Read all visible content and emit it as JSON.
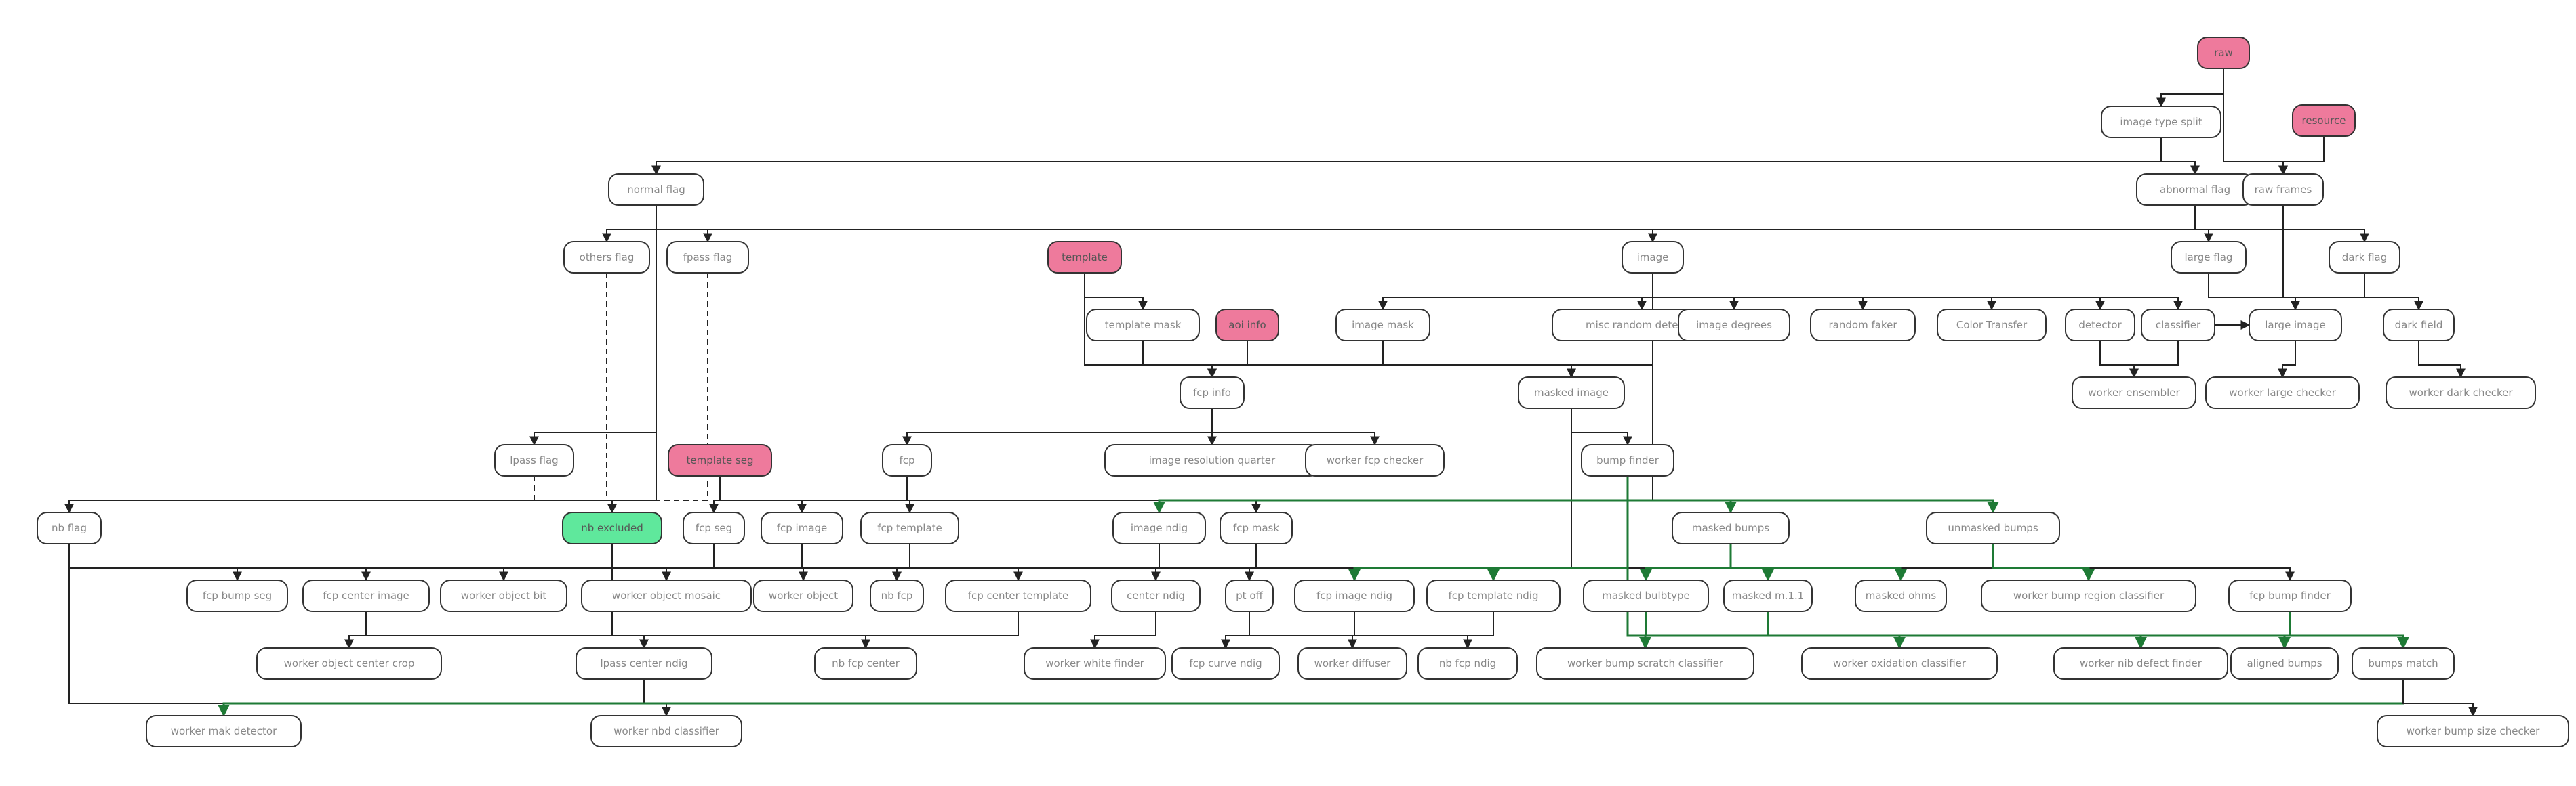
{
  "colors": {
    "source_node": "#ee7a9c",
    "highlight_node": "#5fe89c",
    "default_node": "#ffffff",
    "edge": "#222222",
    "edge_green": "#1e7a35"
  },
  "nodes": [
    {
      "id": "raw",
      "label": "raw",
      "kind": "source"
    },
    {
      "id": "image_type_split",
      "label": "image type split",
      "kind": "default"
    },
    {
      "id": "resource",
      "label": "resource",
      "kind": "source"
    },
    {
      "id": "normal_flag",
      "label": "normal flag",
      "kind": "default"
    },
    {
      "id": "abnormal_flag",
      "label": "abnormal flag",
      "kind": "default"
    },
    {
      "id": "raw_frames",
      "label": "raw frames",
      "kind": "default"
    },
    {
      "id": "others_flag",
      "label": "others flag",
      "kind": "default"
    },
    {
      "id": "fpass_flag",
      "label": "fpass flag",
      "kind": "default"
    },
    {
      "id": "template",
      "label": "template",
      "kind": "source"
    },
    {
      "id": "image",
      "label": "image",
      "kind": "default"
    },
    {
      "id": "large_flag",
      "label": "large flag",
      "kind": "default"
    },
    {
      "id": "dark_flag",
      "label": "dark flag",
      "kind": "default"
    },
    {
      "id": "template_mask",
      "label": "template mask",
      "kind": "default"
    },
    {
      "id": "aoi_info",
      "label": "aoi info",
      "kind": "source"
    },
    {
      "id": "image_mask",
      "label": "image mask",
      "kind": "default"
    },
    {
      "id": "misc_random_detector",
      "label": "misc random detector",
      "kind": "default"
    },
    {
      "id": "image_degrees",
      "label": "image degrees",
      "kind": "default"
    },
    {
      "id": "random_faker",
      "label": "random faker",
      "kind": "default"
    },
    {
      "id": "color_transfer",
      "label": "Color Transfer",
      "kind": "default"
    },
    {
      "id": "detector",
      "label": "detector",
      "kind": "default"
    },
    {
      "id": "classifier",
      "label": "classifier",
      "kind": "default"
    },
    {
      "id": "large_image",
      "label": "large image",
      "kind": "default"
    },
    {
      "id": "dark_field",
      "label": "dark field",
      "kind": "default"
    },
    {
      "id": "fcp_info",
      "label": "fcp info",
      "kind": "default"
    },
    {
      "id": "masked_image",
      "label": "masked image",
      "kind": "default"
    },
    {
      "id": "worker_ensembler",
      "label": "worker ensembler",
      "kind": "default"
    },
    {
      "id": "worker_large_checker",
      "label": "worker large checker",
      "kind": "default"
    },
    {
      "id": "worker_dark_checker",
      "label": "worker dark checker",
      "kind": "default"
    },
    {
      "id": "lpass_flag",
      "label": "lpass flag",
      "kind": "default"
    },
    {
      "id": "template_seg",
      "label": "template seg",
      "kind": "source"
    },
    {
      "id": "fcp",
      "label": "fcp",
      "kind": "default"
    },
    {
      "id": "image_resolution_quarter",
      "label": "image resolution quarter",
      "kind": "default"
    },
    {
      "id": "worker_fcp_checker",
      "label": "worker fcp checker",
      "kind": "default"
    },
    {
      "id": "bump_finder",
      "label": "bump finder",
      "kind": "default"
    },
    {
      "id": "nb_flag",
      "label": "nb flag",
      "kind": "default"
    },
    {
      "id": "nb_excluded",
      "label": "nb excluded",
      "kind": "highlight"
    },
    {
      "id": "fcp_seg",
      "label": "fcp seg",
      "kind": "default"
    },
    {
      "id": "fcp_image",
      "label": "fcp image",
      "kind": "default"
    },
    {
      "id": "fcp_template",
      "label": "fcp template",
      "kind": "default"
    },
    {
      "id": "image_ndig",
      "label": "image ndig",
      "kind": "default"
    },
    {
      "id": "fcp_mask",
      "label": "fcp mask",
      "kind": "default"
    },
    {
      "id": "masked_bumps",
      "label": "masked bumps",
      "kind": "default"
    },
    {
      "id": "unmasked_bumps",
      "label": "unmasked bumps",
      "kind": "default"
    },
    {
      "id": "fcp_bump_seg",
      "label": "fcp bump seg",
      "kind": "default"
    },
    {
      "id": "fcp_center_image",
      "label": "fcp center image",
      "kind": "default"
    },
    {
      "id": "worker_object_bit",
      "label": "worker object bit",
      "kind": "default"
    },
    {
      "id": "worker_object_mosaic",
      "label": "worker object mosaic",
      "kind": "default"
    },
    {
      "id": "worker_object",
      "label": "worker object",
      "kind": "default"
    },
    {
      "id": "nb_fcp",
      "label": "nb fcp",
      "kind": "default"
    },
    {
      "id": "fcp_center_template",
      "label": "fcp center template",
      "kind": "default"
    },
    {
      "id": "center_ndig",
      "label": "center ndig",
      "kind": "default"
    },
    {
      "id": "pt_off",
      "label": "pt off",
      "kind": "default"
    },
    {
      "id": "fcp_image_ndig",
      "label": "fcp image ndig",
      "kind": "default"
    },
    {
      "id": "fcp_template_ndig",
      "label": "fcp template ndig",
      "kind": "default"
    },
    {
      "id": "masked_bulbtype",
      "label": "masked bulbtype",
      "kind": "default"
    },
    {
      "id": "masked_m1_1",
      "label": "masked m.1.1",
      "kind": "default"
    },
    {
      "id": "masked_ohms",
      "label": "masked ohms",
      "kind": "default"
    },
    {
      "id": "worker_bump_region_classifier",
      "label": "worker bump region classifier",
      "kind": "default"
    },
    {
      "id": "fcp_bump_finder",
      "label": "fcp bump finder",
      "kind": "default"
    },
    {
      "id": "worker_object_center_crop",
      "label": "worker object center crop",
      "kind": "default"
    },
    {
      "id": "lpass_center_ndig",
      "label": "lpass center ndig",
      "kind": "default"
    },
    {
      "id": "nb_fcp_center",
      "label": "nb fcp center",
      "kind": "default"
    },
    {
      "id": "worker_white_finder",
      "label": "worker white finder",
      "kind": "default"
    },
    {
      "id": "fcp_curve_ndig",
      "label": "fcp curve ndig",
      "kind": "default"
    },
    {
      "id": "worker_diffuser",
      "label": "worker diffuser",
      "kind": "default"
    },
    {
      "id": "nb_fcp_ndig",
      "label": "nb fcp ndig",
      "kind": "default"
    },
    {
      "id": "worker_bump_scratch_classifier",
      "label": "worker bump scratch classifier",
      "kind": "default"
    },
    {
      "id": "worker_oxidation_classifier",
      "label": "worker oxidation classifier",
      "kind": "default"
    },
    {
      "id": "worker_nib_defect_finder",
      "label": "worker nib defect finder",
      "kind": "default"
    },
    {
      "id": "aligned_bumps",
      "label": "aligned bumps",
      "kind": "default"
    },
    {
      "id": "bumps_match",
      "label": "bumps match",
      "kind": "default"
    },
    {
      "id": "worker_mak_detector",
      "label": "worker mak detector",
      "kind": "default"
    },
    {
      "id": "worker_nbd_classifier",
      "label": "worker nbd classifier",
      "kind": "default"
    },
    {
      "id": "worker_bump_size_checker",
      "label": "worker bump size checker",
      "kind": "default"
    }
  ],
  "edges": [
    {
      "from": "raw",
      "to": "image_type_split"
    },
    {
      "from": "raw",
      "to": "raw_frames"
    },
    {
      "from": "resource",
      "to": "raw_frames"
    },
    {
      "from": "image_type_split",
      "to": "normal_flag"
    },
    {
      "from": "image_type_split",
      "to": "abnormal_flag"
    },
    {
      "from": "abnormal_flag",
      "to": "image"
    },
    {
      "from": "raw_frames",
      "to": "image"
    },
    {
      "from": "raw_frames",
      "to": "large_flag"
    },
    {
      "from": "raw_frames",
      "to": "dark_flag"
    },
    {
      "from": "raw_frames",
      "to": "large_image"
    },
    {
      "from": "raw_frames",
      "to": "dark_field"
    },
    {
      "from": "normal_flag",
      "to": "nb_flag"
    },
    {
      "from": "normal_flag",
      "to": "others_flag"
    },
    {
      "from": "normal_flag",
      "to": "fpass_flag"
    },
    {
      "from": "normal_flag",
      "to": "image"
    },
    {
      "from": "normal_flag",
      "to": "lpass_flag"
    },
    {
      "from": "others_flag",
      "to": "nb_excluded",
      "style": "dashed"
    },
    {
      "from": "fpass_flag",
      "to": "nb_excluded",
      "style": "dashed"
    },
    {
      "from": "lpass_flag",
      "to": "nb_excluded",
      "style": "dashed"
    },
    {
      "from": "template",
      "to": "template_mask"
    },
    {
      "from": "template",
      "to": "fcp_info"
    },
    {
      "from": "template_mask",
      "to": "fcp_info"
    },
    {
      "from": "aoi_info",
      "to": "fcp_info"
    },
    {
      "from": "image",
      "to": "image_mask"
    },
    {
      "from": "image",
      "to": "misc_random_detector"
    },
    {
      "from": "image",
      "to": "image_degrees"
    },
    {
      "from": "image",
      "to": "random_faker"
    },
    {
      "from": "image",
      "to": "color_transfer"
    },
    {
      "from": "image",
      "to": "detector"
    },
    {
      "from": "image",
      "to": "classifier"
    },
    {
      "from": "image",
      "to": "masked_image"
    },
    {
      "from": "image",
      "to": "fcp_info"
    },
    {
      "from": "image",
      "to": "fcp_image"
    },
    {
      "from": "large_flag",
      "to": "large_image"
    },
    {
      "from": "dark_flag",
      "to": "dark_field"
    },
    {
      "from": "classifier",
      "to": "large_image"
    },
    {
      "from": "detector",
      "to": "worker_ensembler"
    },
    {
      "from": "classifier",
      "to": "worker_ensembler"
    },
    {
      "from": "large_image",
      "to": "worker_large_checker"
    },
    {
      "from": "dark_field",
      "to": "worker_dark_checker"
    },
    {
      "from": "image_mask",
      "to": "fcp_info"
    },
    {
      "from": "image_mask",
      "to": "masked_image"
    },
    {
      "from": "fcp_info",
      "to": "fcp"
    },
    {
      "from": "fcp_info",
      "to": "image_resolution_quarter"
    },
    {
      "from": "fcp_info",
      "to": "worker_fcp_checker"
    },
    {
      "from": "masked_image",
      "to": "bump_finder"
    },
    {
      "from": "masked_image",
      "to": "fcp_bump_finder"
    },
    {
      "from": "template_seg",
      "to": "fcp_seg"
    },
    {
      "from": "fcp",
      "to": "fcp_seg"
    },
    {
      "from": "fcp",
      "to": "fcp_image"
    },
    {
      "from": "fcp",
      "to": "fcp_template"
    },
    {
      "from": "fcp",
      "to": "fcp_mask"
    },
    {
      "from": "nb_flag",
      "to": "worker_mak_detector"
    },
    {
      "from": "nb_flag",
      "to": "worker_object_bit"
    },
    {
      "from": "nb_excluded",
      "to": "fcp_bump_seg"
    },
    {
      "from": "nb_excluded",
      "to": "worker_object_center_crop"
    },
    {
      "from": "nb_excluded",
      "to": "worker_object_mosaic"
    },
    {
      "from": "fcp_seg",
      "to": "worker_object_mosaic"
    },
    {
      "from": "fcp_image",
      "to": "fcp_center_image"
    },
    {
      "from": "fcp_image",
      "to": "worker_object"
    },
    {
      "from": "fcp_image",
      "to": "nb_fcp"
    },
    {
      "from": "fcp_template",
      "to": "fcp_center_template"
    },
    {
      "from": "fcp_template",
      "to": "nb_fcp"
    },
    {
      "from": "fcp_template",
      "to": "fcp_template_ndig"
    },
    {
      "from": "image_ndig",
      "to": "center_ndig"
    },
    {
      "from": "image_ndig",
      "to": "pt_off"
    },
    {
      "from": "image_ndig",
      "to": "fcp_image_ndig"
    },
    {
      "from": "fcp_mask",
      "to": "pt_off"
    },
    {
      "from": "fcp_mask",
      "to": "fcp_image_ndig"
    },
    {
      "from": "fcp_center_image",
      "to": "worker_object_center_crop"
    },
    {
      "from": "fcp_center_image",
      "to": "lpass_center_ndig"
    },
    {
      "from": "fcp_center_template",
      "to": "nb_fcp_center"
    },
    {
      "from": "fcp_center_template",
      "to": "lpass_center_ndig"
    },
    {
      "from": "center_ndig",
      "to": "worker_white_finder"
    },
    {
      "from": "pt_off",
      "to": "fcp_curve_ndig"
    },
    {
      "from": "fcp_image_ndig",
      "to": "worker_diffuser"
    },
    {
      "from": "fcp_template_ndig",
      "to": "nb_fcp_ndig"
    },
    {
      "from": "fcp_template_ndig",
      "to": "fcp_curve_ndig"
    },
    {
      "from": "lpass_center_ndig",
      "to": "worker_nbd_classifier"
    },
    {
      "from": "bump_finder",
      "to": "image_ndig",
      "style": "green"
    },
    {
      "from": "bump_finder",
      "to": "fcp_image_ndig",
      "style": "green"
    },
    {
      "from": "bump_finder",
      "to": "fcp_template_ndig",
      "style": "green"
    },
    {
      "from": "bump_finder",
      "to": "masked_bumps",
      "style": "green"
    },
    {
      "from": "bump_finder",
      "to": "unmasked_bumps",
      "style": "green"
    },
    {
      "from": "bump_finder",
      "to": "aligned_bumps",
      "style": "green"
    },
    {
      "from": "bump_finder",
      "to": "bumps_match",
      "style": "green"
    },
    {
      "from": "masked_bumps",
      "to": "masked_bulbtype",
      "style": "green"
    },
    {
      "from": "masked_bumps",
      "to": "masked_m1_1",
      "style": "green"
    },
    {
      "from": "masked_bumps",
      "to": "masked_ohms",
      "style": "green"
    },
    {
      "from": "unmasked_bumps",
      "to": "worker_bump_region_classifier",
      "style": "green"
    },
    {
      "from": "masked_bulbtype",
      "to": "worker_bump_scratch_classifier",
      "style": "green"
    },
    {
      "from": "masked_m1_1",
      "to": "worker_oxidation_classifier",
      "style": "green"
    },
    {
      "from": "masked_m1_1",
      "to": "worker_nib_defect_finder",
      "style": "green"
    },
    {
      "from": "fcp_bump_finder",
      "to": "aligned_bumps",
      "style": "green"
    },
    {
      "from": "fcp_bump_finder",
      "to": "bumps_match",
      "style": "green"
    },
    {
      "from": "bumps_match",
      "to": "worker_mak_detector",
      "style": "green"
    },
    {
      "from": "bumps_match",
      "to": "worker_bump_size_checker"
    }
  ]
}
